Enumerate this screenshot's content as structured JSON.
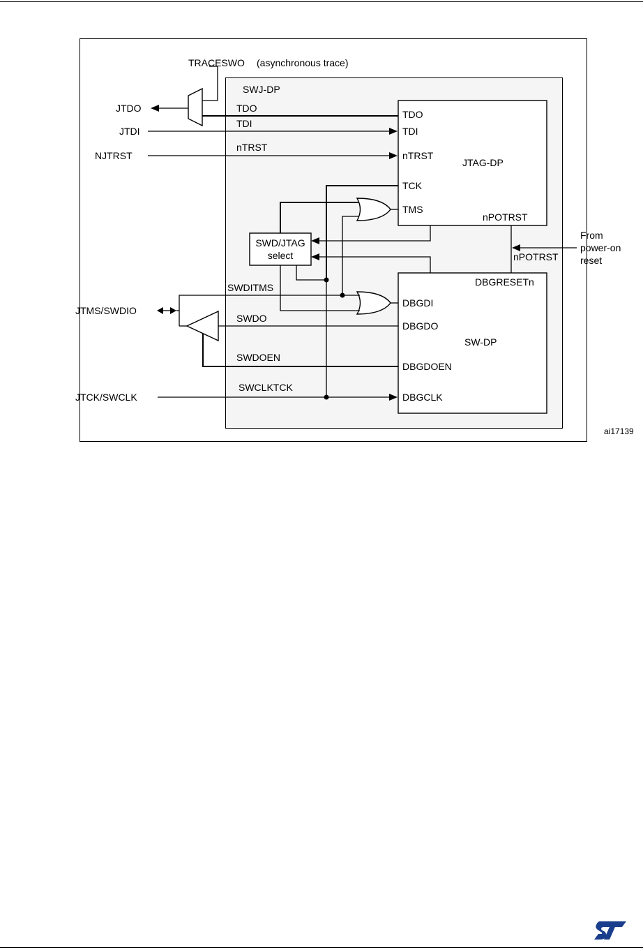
{
  "labels": {
    "traceswo": "TRACESWO",
    "async_trace": "(asynchronous trace)",
    "swj_dp": "SWJ-DP",
    "jtdo": "JTDO",
    "jtdi": "JTDI",
    "njtrst": "NJTRST",
    "tdo_wire": "TDO",
    "tdi_wire": "TDI",
    "ntrst_wire": "nTRST",
    "jtag_tdo": "TDO",
    "jtag_tdi": "TDI",
    "jtag_ntrst": "nTRST",
    "jtag_tck": "TCK",
    "jtag_tms": "TMS",
    "jtag_npotrst": "nPOTRST",
    "jtag_dp": "JTAG-DP",
    "select_line1": "SWD/JTAG",
    "select_line2": "select",
    "from_line1": "From",
    "from_line2": "power-on",
    "from_line3": "reset",
    "npotrst_ext": "nPOTRST",
    "dbgresetn": "DBGRESETn",
    "swditms": "SWDITMS",
    "jtms_swdio": "JTMS/SWDIO",
    "swdo": "SWDO",
    "swdoen": "SWDOEN",
    "swclktck": "SWCLKTCK",
    "jtck_swclk": "JTCK/SWCLK",
    "sw_dbgdi": "DBGDI",
    "sw_dbgdo": "DBGDO",
    "sw_dbgdoen": "DBGDOEN",
    "sw_dbgclk": "DBGCLK",
    "sw_dp": "SW-DP",
    "figure_id": "ai17139"
  },
  "colors": {
    "swj_fill": "#f5f5f5",
    "line": "#000000",
    "logo": "#1a3e8c"
  },
  "icons": {
    "logo": "st-logo-icon"
  }
}
